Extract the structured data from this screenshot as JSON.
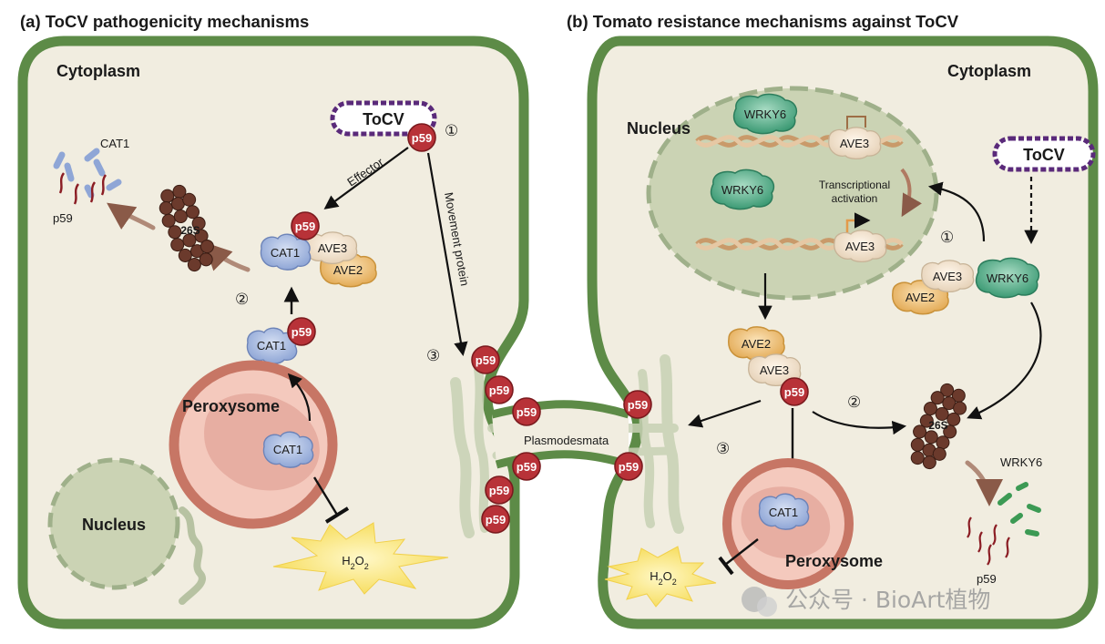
{
  "panel_a": {
    "title": "(a) ToCV pathogenicity mechanisms",
    "cytoplasm": "Cytoplasm",
    "virus": "ToCV",
    "p59": "p59",
    "cat1_degraded": "CAT1",
    "p59_degraded": "p59",
    "effector": "Effector",
    "movement_protein": "Movement protein",
    "proteasome": "26S",
    "cat1": "CAT1",
    "ave3": "AVE3",
    "ave2": "AVE2",
    "peroxysome": "Peroxysome",
    "nucleus": "Nucleus",
    "h2o2": "H2O2",
    "step1": "①",
    "step2": "②",
    "step3": "③"
  },
  "junction": {
    "plasmodesmata": "Plasmodesmata"
  },
  "panel_b": {
    "title": "(b) Tomato resistance mechanisms against ToCV",
    "cytoplasm": "Cytoplasm",
    "nucleus": "Nucleus",
    "wrky6": "WRKY6",
    "ave3": "AVE3",
    "ave2": "AVE2",
    "transcriptional_activation": "Transcriptional activation",
    "virus": "ToCV",
    "p59": "p59",
    "proteasome": "26S",
    "cat1": "CAT1",
    "peroxysome": "Peroxysome",
    "h2o2": "H2O2",
    "wrky6_degraded": "WRKY6",
    "p59_degraded": "p59",
    "step1": "①",
    "step2": "②",
    "step3": "③"
  },
  "watermark": "公众号 · BioArt植物"
}
